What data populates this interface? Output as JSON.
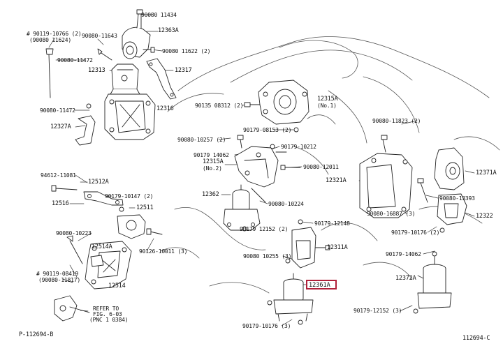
{
  "diagram": {
    "highlight_color": "#b0213a",
    "labels": {
      "p_90080_11434": "90080 11434",
      "p_12363A": "12363A",
      "p_90119_10766": "# 90119-10766 (2)",
      "p_90080_11624": "(90080 11624)",
      "p_90080_11643": "90080-11643",
      "p_90080_11622": "90080 11622 (2)",
      "p_90080_11472_top": "90080-11472",
      "p_12313": "12313",
      "p_12317": "12317",
      "p_90080_11472_mid": "90080-11472",
      "p_12316": "12316",
      "p_12327A": "12327A",
      "p_12315A": "12315A",
      "p_no1": "(No.1)",
      "p_90135_08312": "90135 08312 (2)",
      "p_90179_08153": "90179-08153 (2)",
      "p_90080_10257": "90080-10257 (2)",
      "p_90179_14062_mid": "90179 14062",
      "p_90179_10212": "90179-10212",
      "p_12315A_no2": "12315A",
      "p_no2": "(No.2)",
      "p_90080_12011": "90080-12011",
      "p_12362": "12362",
      "p_90080_10224": "90080-10224",
      "p_90179_12152_mid": "90179 12152 (2)",
      "p_90179_12148": "90179-12148",
      "p_12311A": "12311A",
      "p_90080_10255": "90080 10255 (3)",
      "p_12361A": "12361A",
      "p_90179_10176_bot": "90179-10176 (3)",
      "p_94612_11081": "94612-11081",
      "p_12512A": "12512A",
      "p_90179_10147": "90179-10147 (2)",
      "p_12516": "12516",
      "p_12511": "12511",
      "p_90080_10223": "90080-10223",
      "p_12514A": "12514A",
      "p_90126_10011": "90126-10011 (3)",
      "p_90119_08419": "# 90119-08419",
      "p_90080_11817": "(90080-11817)",
      "p_12514": "12514",
      "p_refer1": "REFER TO",
      "p_refer2": "FIG. 6-03",
      "p_refer3": "(PNC 1 0384)",
      "p_90080_11823": "90080-11823 (2)",
      "p_12371A": "12371A",
      "p_12321A": "12321A",
      "p_90080_13393": "90080-13393",
      "p_90080_16887": "90080-16887 (3)",
      "p_12322": "12322",
      "p_90179_10176_r": "90179-10176 (2)",
      "p_90179_14062_r": "90179-14062",
      "p_12372A": "12372A",
      "p_90179_12152_r": "90179-12152 (3)",
      "p_code_left": "P-112694-B",
      "p_code_right": "112694-C"
    }
  }
}
